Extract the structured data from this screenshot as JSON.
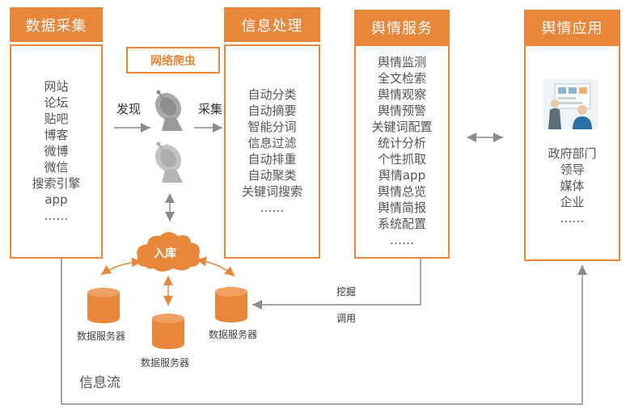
{
  "columns": {
    "collect": {
      "title": "数据采集",
      "items": [
        "网站",
        "论坛",
        "贴吧",
        "博客",
        "微博",
        "微信",
        "搜索引擎",
        "app",
        "……"
      ]
    },
    "process": {
      "title": "信息处理",
      "items": [
        "自动分类",
        "自动摘要",
        "智能分词",
        "信息过滤",
        "自动排重",
        "自动聚类",
        "关键词搜索",
        "……"
      ]
    },
    "service": {
      "title": "舆情服务",
      "items": [
        "舆情监测",
        "全文检索",
        "舆情观察",
        "舆情预警",
        "关键词配置",
        "统计分析",
        "个性抓取",
        "舆情app",
        "舆情总览",
        "舆情简报",
        "系统配置",
        "……"
      ]
    },
    "apply": {
      "title": "舆情应用",
      "items": [
        "政府部门",
        "领导",
        "媒体",
        "企业",
        "……"
      ]
    }
  },
  "crawler": {
    "label": "网络爬虫",
    "discover": "发现",
    "collect": "采集"
  },
  "storage": {
    "cloud_label": "入库",
    "servers": [
      "数据服务器",
      "数据服务器",
      "数据服务器"
    ]
  },
  "flow": {
    "mine": "挖掘",
    "call": "调用",
    "info_flow": "信息流"
  },
  "colors": {
    "accent": "#e8863a",
    "arrow_gray": "#999999",
    "dish_gray": "#9a9a9a"
  }
}
